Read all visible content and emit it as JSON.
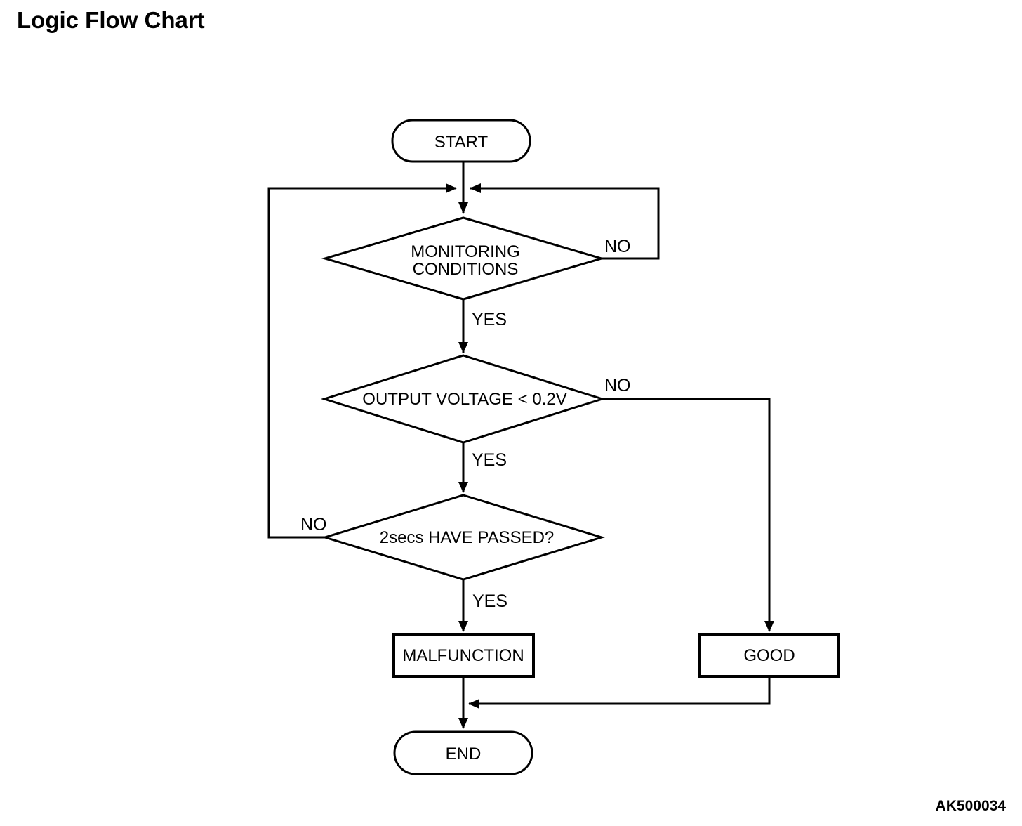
{
  "title": "Logic Flow Chart",
  "figure_code": "AK500034",
  "colors": {
    "line": "#000000",
    "background": "#ffffff",
    "text": "#000000"
  },
  "flowchart": {
    "start": {
      "label": "START",
      "type": "terminator"
    },
    "monitoring": {
      "label_line1": "MONITORING",
      "label_line2": "CONDITIONS",
      "type": "decision",
      "no_label": "NO",
      "yes_label": "YES"
    },
    "output_voltage": {
      "label": "OUTPUT VOLTAGE < 0.2V",
      "type": "decision",
      "no_label": "NO",
      "yes_label": "YES"
    },
    "two_secs": {
      "label": "2secs HAVE PASSED?",
      "type": "decision",
      "no_label": "NO",
      "yes_label": "YES"
    },
    "malfunction": {
      "label": "MALFUNCTION",
      "type": "process"
    },
    "good": {
      "label": "GOOD",
      "type": "process"
    },
    "end": {
      "label": "END",
      "type": "terminator"
    }
  }
}
